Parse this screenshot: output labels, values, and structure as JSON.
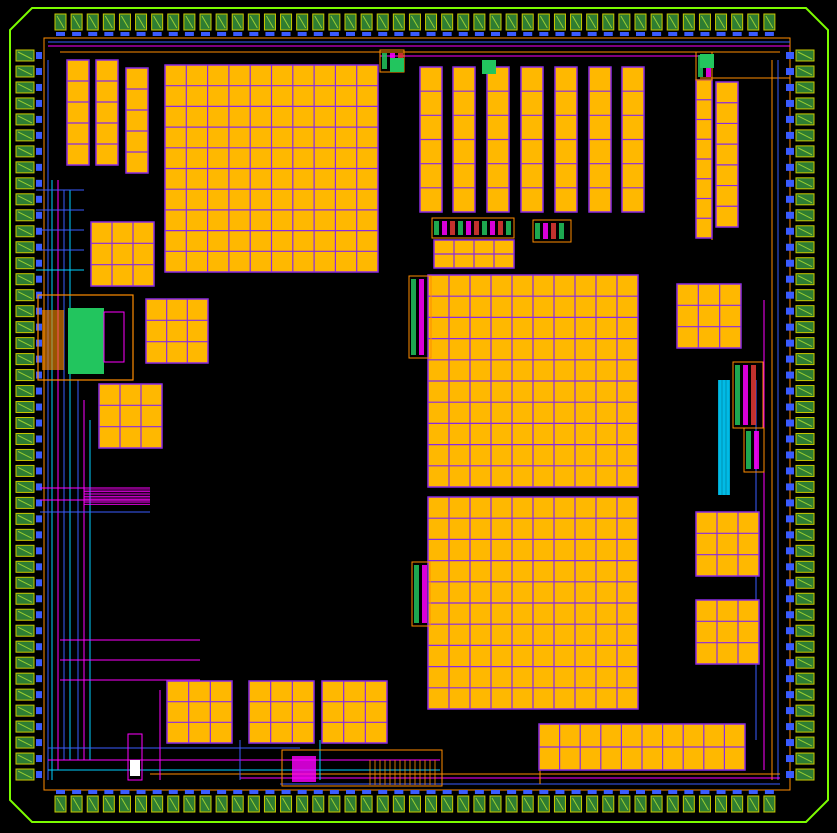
{
  "colors": {
    "background": "#000000",
    "die_outline": "#7CFC00",
    "pad_fill": "#2E7D32",
    "pad_frame": "#C8C800",
    "macro_fill": "#FFB800",
    "macro_grid": "#8A2BE2",
    "route_magenta": "#FF00FF",
    "route_blue": "#3A5BFF",
    "route_cyan": "#00CFFF",
    "route_orange": "#FF8C00",
    "logic_green": "#22C55E",
    "logic_red": "#E53935"
  },
  "view": {
    "tool": "chip-layout",
    "layers_visible": [
      "metal1",
      "metal2",
      "metal3",
      "via",
      "macro",
      "pad"
    ]
  },
  "pad_ring": {
    "top_count": 45,
    "bottom_count": 45,
    "left_count": 46,
    "right_count": 46
  },
  "macros": {
    "sram_large_top": {
      "cols": 10,
      "rows": 10
    },
    "sram_large_mid": {
      "cols": 10,
      "rows": 10
    },
    "sram_large_bottom": {
      "cols": 10,
      "rows": 10
    },
    "narrow_columns_left": {
      "count": 3,
      "rows": 5
    },
    "narrow_columns_right": {
      "count": 7,
      "rows": 6
    },
    "small_blocks_3x3": 9,
    "bottom_strip": {
      "cols": 10,
      "rows": 2
    }
  }
}
